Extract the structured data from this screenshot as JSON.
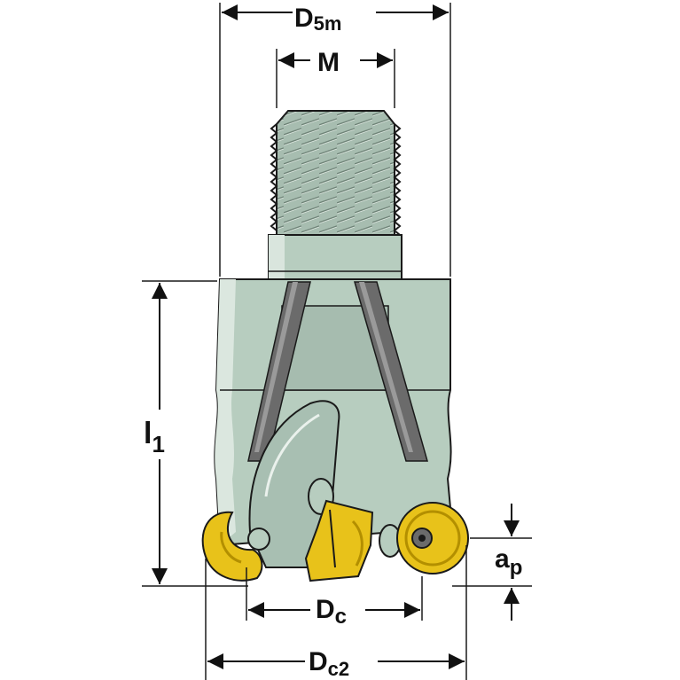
{
  "diagram": {
    "labels": {
      "d5m_main": "D",
      "d5m_sub": "5m",
      "m": "M",
      "l1_main": "l",
      "l1_sub": "1",
      "dc_main": "D",
      "dc_sub": "c",
      "dc2_main": "D",
      "dc2_sub": "c2",
      "ap_main": "a",
      "ap_sub": "p"
    },
    "colors": {
      "body": "#b7cdbf",
      "body_dark": "#8fa699",
      "thread": "#9fb5a8",
      "flute_dark": "#6b6b6b",
      "insert": "#e8c21a",
      "insert_dark": "#b38f00",
      "outline": "#1a1a1a"
    }
  }
}
